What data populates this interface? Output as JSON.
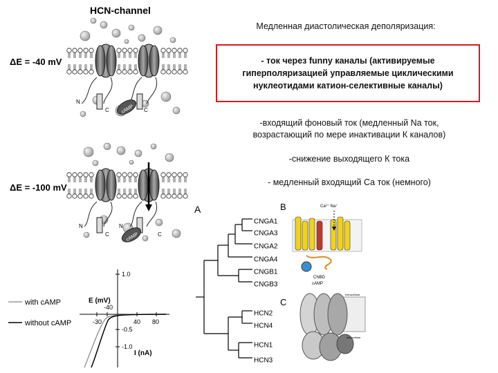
{
  "right_text": {
    "title": "Медленная диастолическая деполяризация:",
    "box_line1": "- ток через funny каналы (активируемые",
    "box_line2": "гиперполяризацией управляемые циклическими",
    "box_line3": "нуклеотидами катион-селективные каналы)",
    "bullet2_line1": "-входящий фоновый ток (медленный Na ток,",
    "bullet2_line2": "возрастающий по мере инактивации К каналов)",
    "bullet3": "-снижение выходящего К тока",
    "bullet4": "- медленный входящий Са ток (немного)"
  },
  "hcn_figure": {
    "title": "HCN-channel",
    "delta_e_top": "ΔE = -40 mV",
    "delta_e_bottom": "ΔE = -100 mV",
    "camp_label": "cAMP",
    "n_label": "N",
    "c_label": "C"
  },
  "iv_plot": {
    "legend_with": "with cAMP",
    "legend_without": "without cAMP",
    "x_axis_label": "E (mV)",
    "y_axis_label": "I (nA)",
    "x_ticks": [
      "-30",
      "-40",
      "40",
      "80"
    ],
    "y_ticks": [
      "1.0",
      "-0.5",
      "-1.0"
    ]
  },
  "tree": {
    "panel_a": "A",
    "panel_b": "B",
    "panel_c": "C",
    "leaves": [
      "CNGA1",
      "CNGA3",
      "CNGA2",
      "CNGA4",
      "CNGB1",
      "CNGB3",
      "HCN2",
      "HCN4",
      "HCN1",
      "HCN3"
    ],
    "ions": "Ca²⁺ Na⁺",
    "cnbd": "CNBD",
    "camp": "cAMP",
    "extracellular": "extracellular",
    "intracellular": "intracellular"
  },
  "colors": {
    "box_border": "#d7191c",
    "helix_yellow": "#f2d21b",
    "helix_red": "#c0392b",
    "cnbd_blue": "#3a8fd0",
    "linker_orange": "#e08a1e",
    "channel_gray": "#707070"
  }
}
